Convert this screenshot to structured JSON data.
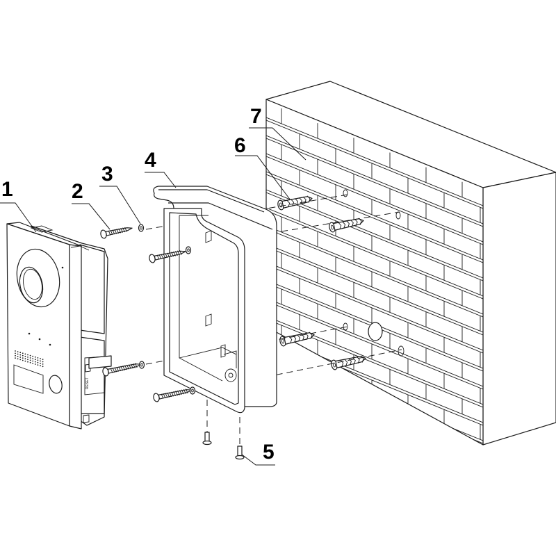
{
  "diagram": {
    "title": "Door station surface-mount installation (exploded view)",
    "colors": {
      "line": "#1a1a1a",
      "background": "#ffffff"
    },
    "callouts": [
      {
        "id": "1",
        "label": "1",
        "part": "door-station-unit"
      },
      {
        "id": "2",
        "label": "2",
        "part": "mounting-screw"
      },
      {
        "id": "3",
        "label": "3",
        "part": "washer"
      },
      {
        "id": "4",
        "label": "4",
        "part": "rain-cover-bracket"
      },
      {
        "id": "5",
        "label": "5",
        "part": "bottom-fixing-screw"
      },
      {
        "id": "6",
        "label": "6",
        "part": "wall-anchor"
      },
      {
        "id": "7",
        "label": "7",
        "part": "brick-wall"
      }
    ],
    "unit_side_label": "RESET"
  }
}
